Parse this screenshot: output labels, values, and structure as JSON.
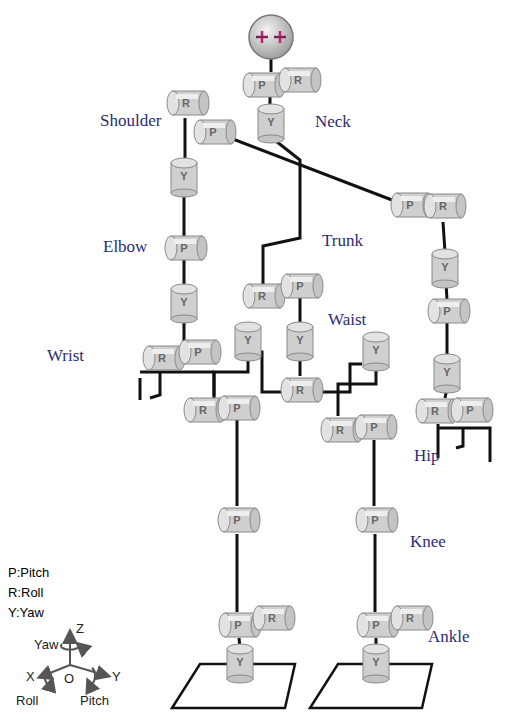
{
  "diagram": {
    "labels": [
      "Shoulder",
      "Neck",
      "Elbow",
      "Trunk",
      "Waist",
      "Wrist",
      "Hip",
      "Knee",
      "Ankle",
      "P:Pitch",
      "R:Roll",
      "Y:Yaw",
      "Z",
      "Yaw",
      "X",
      "O",
      "Y",
      "Roll",
      "Pitch",
      "P",
      "R",
      "Y",
      "R",
      "P",
      "Y",
      "P",
      "Y",
      "R",
      "P",
      "P",
      "R",
      "Y",
      "P",
      "Y",
      "R",
      "P",
      "R",
      "P",
      "Y",
      "R",
      "Y",
      "R",
      "P",
      "P",
      "P",
      "R",
      "Y",
      "Y",
      "R",
      "P",
      "P",
      "P",
      "R",
      "Y"
    ]
  }
}
